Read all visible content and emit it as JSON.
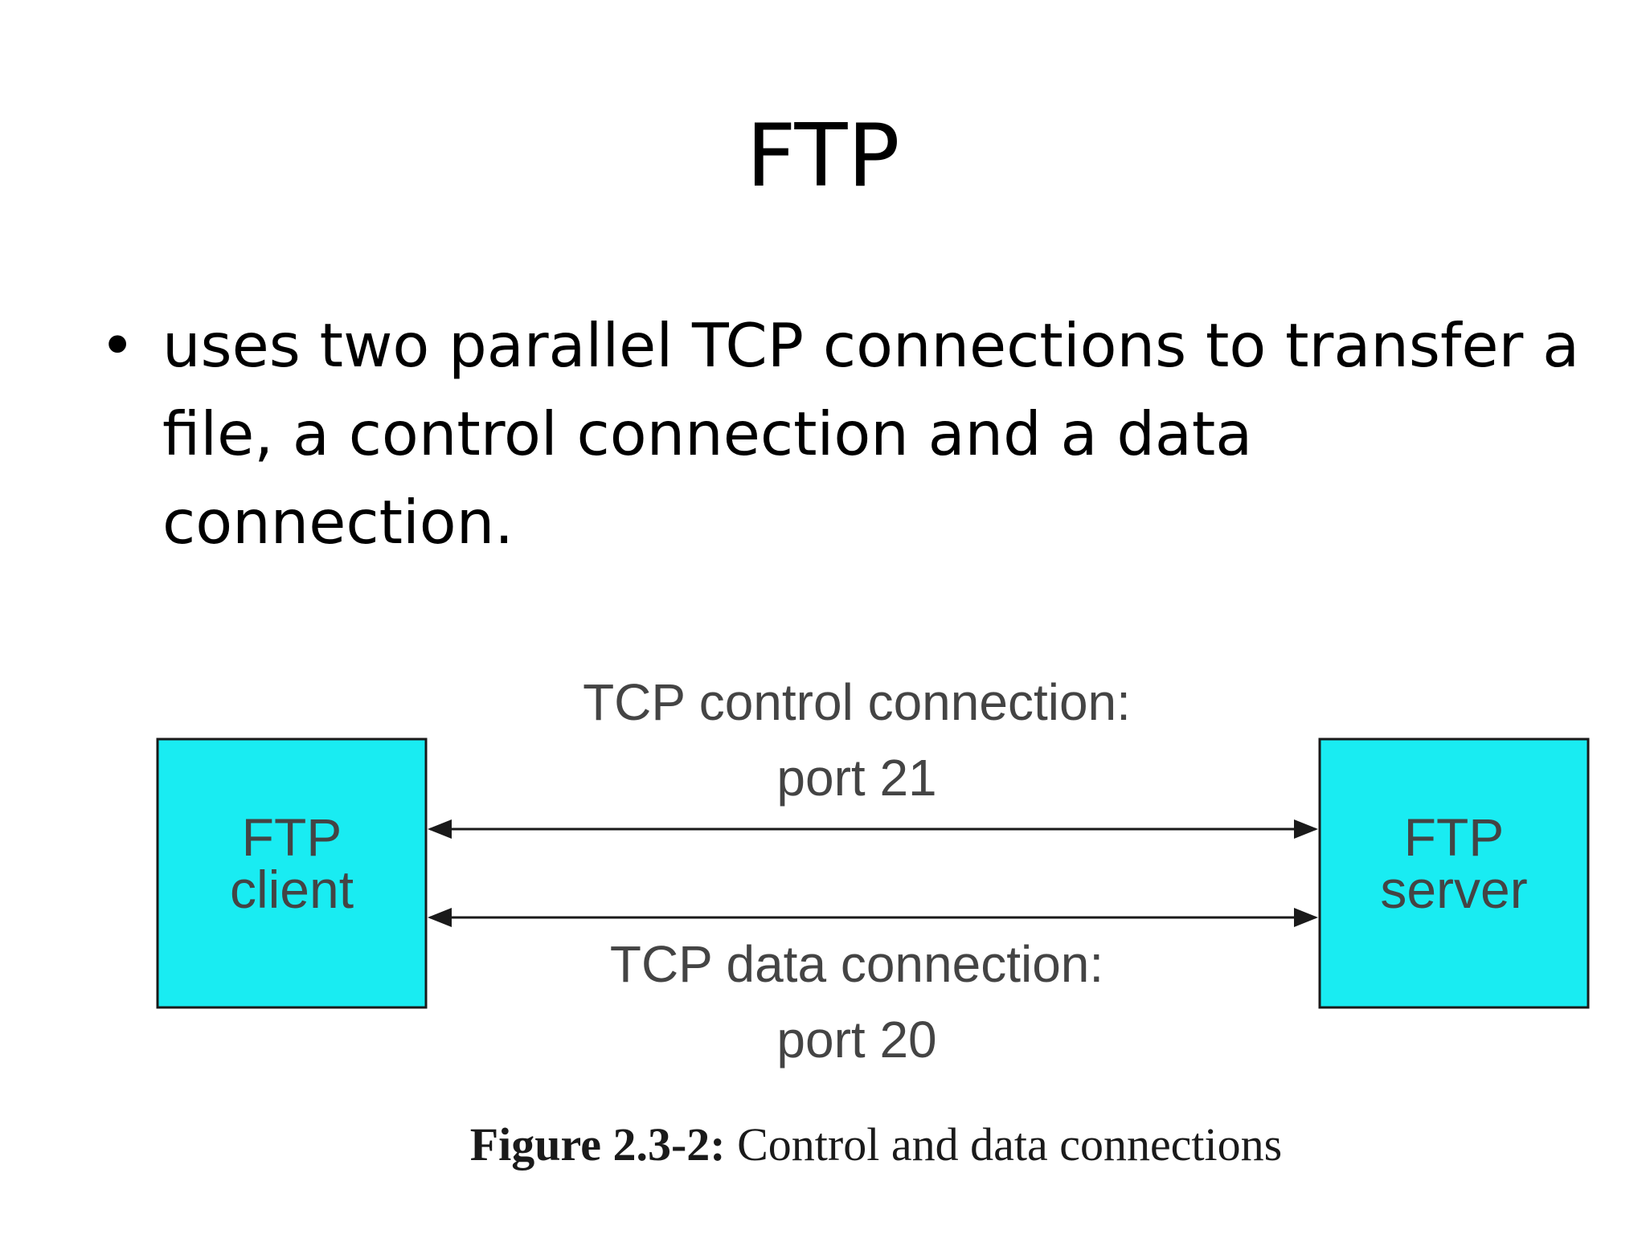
{
  "slide": {
    "title": "FTP",
    "bullets": [
      {
        "text": "uses two parallel TCP connections to transfer a file, a control connection and a data connection."
      }
    ]
  },
  "figure": {
    "client_box": {
      "line1": "FTP",
      "line2": "client"
    },
    "server_box": {
      "line1": "FTP",
      "line2": "server"
    },
    "control_connection": {
      "line1": "TCP control connection:",
      "line2": "port 21"
    },
    "data_connection": {
      "line1": "TCP data connection:",
      "line2": "port 20"
    },
    "caption": {
      "label": "Figure 2.3-2:",
      "text": " Control and data connections"
    },
    "colors": {
      "box_fill": "#19ECF2",
      "box_stroke": "#1a1a1a",
      "arrow": "#1a1a1a",
      "text": "#444444"
    }
  }
}
